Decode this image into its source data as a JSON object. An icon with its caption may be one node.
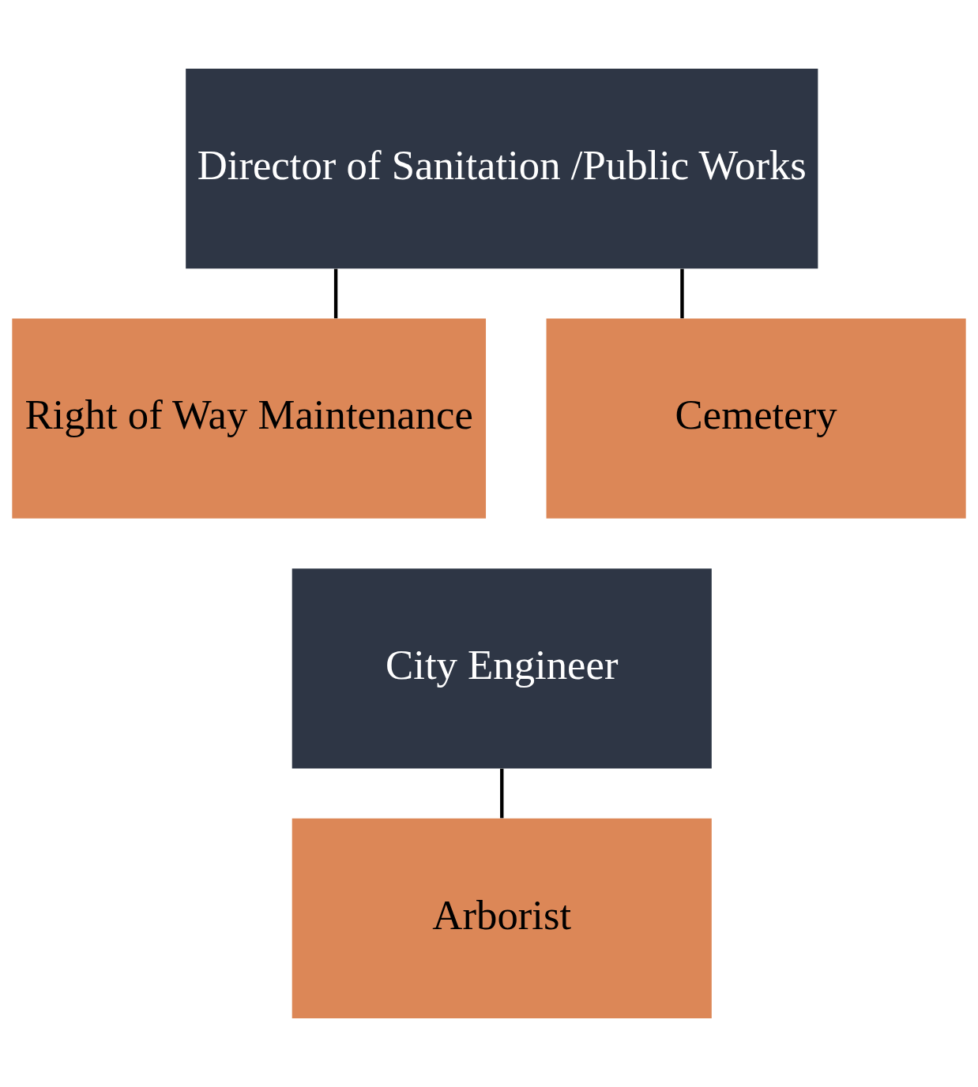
{
  "diagram": {
    "nodes": [
      {
        "text": [
          "Director of Sanitation /Public Works"
        ]
      },
      {
        "text": [
          "Right of Way Maintenance"
        ]
      },
      {
        "text": [
          "Cemetery"
        ]
      },
      {
        "text": [
          "City Engineer"
        ]
      },
      {
        "text": [
          "Arborist"
        ]
      }
    ],
    "edges": [
      {
        "from": 0,
        "to": 1,
        "arrow": "none"
      },
      {
        "from": 0,
        "to": 2,
        "arrow": "none"
      },
      {
        "from": 3,
        "to": 4,
        "arrow": "none"
      }
    ]
  }
}
